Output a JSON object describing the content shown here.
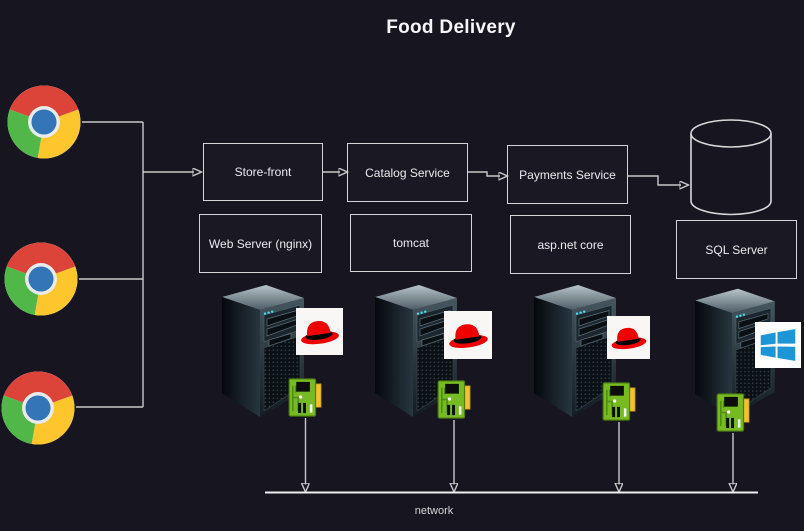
{
  "title": "Food Delivery",
  "colors": {
    "background": "#171520",
    "connector": "#c9c9c9",
    "box_border": "#d4d4d8",
    "chrome_red": "#dd4439",
    "chrome_yellow": "#fdc62c",
    "chrome_green": "#50b748",
    "chrome_blue": "#3375b6",
    "redhat_red": "#ee0000",
    "windows_blue": "#1e96d6",
    "adapter_green": "#76bb21"
  },
  "clients": [
    {
      "icon": "chrome-browser-icon"
    },
    {
      "icon": "chrome-browser-icon"
    },
    {
      "icon": "chrome-browser-icon"
    }
  ],
  "services": [
    {
      "label": "Store-front"
    },
    {
      "label": "Catalog Service"
    },
    {
      "label": "Payments Service"
    }
  ],
  "servers": [
    {
      "label": "Web Server (nginx)",
      "os_icon": "redhat-icon",
      "hardware_icon": "server-tower-icon",
      "nic_icon": "network-adapter-icon"
    },
    {
      "label": "tomcat",
      "os_icon": "redhat-icon",
      "hardware_icon": "server-tower-icon",
      "nic_icon": "network-adapter-icon"
    },
    {
      "label": "asp.net core",
      "os_icon": "redhat-icon",
      "hardware_icon": "server-tower-icon",
      "nic_icon": "network-adapter-icon"
    },
    {
      "label": "SQL Server",
      "os_icon": "windows-icon",
      "hardware_icon": "server-tower-icon",
      "nic_icon": "network-adapter-icon"
    }
  ],
  "database": {
    "icon": "database-cylinder-icon"
  },
  "network": {
    "label": "network"
  }
}
